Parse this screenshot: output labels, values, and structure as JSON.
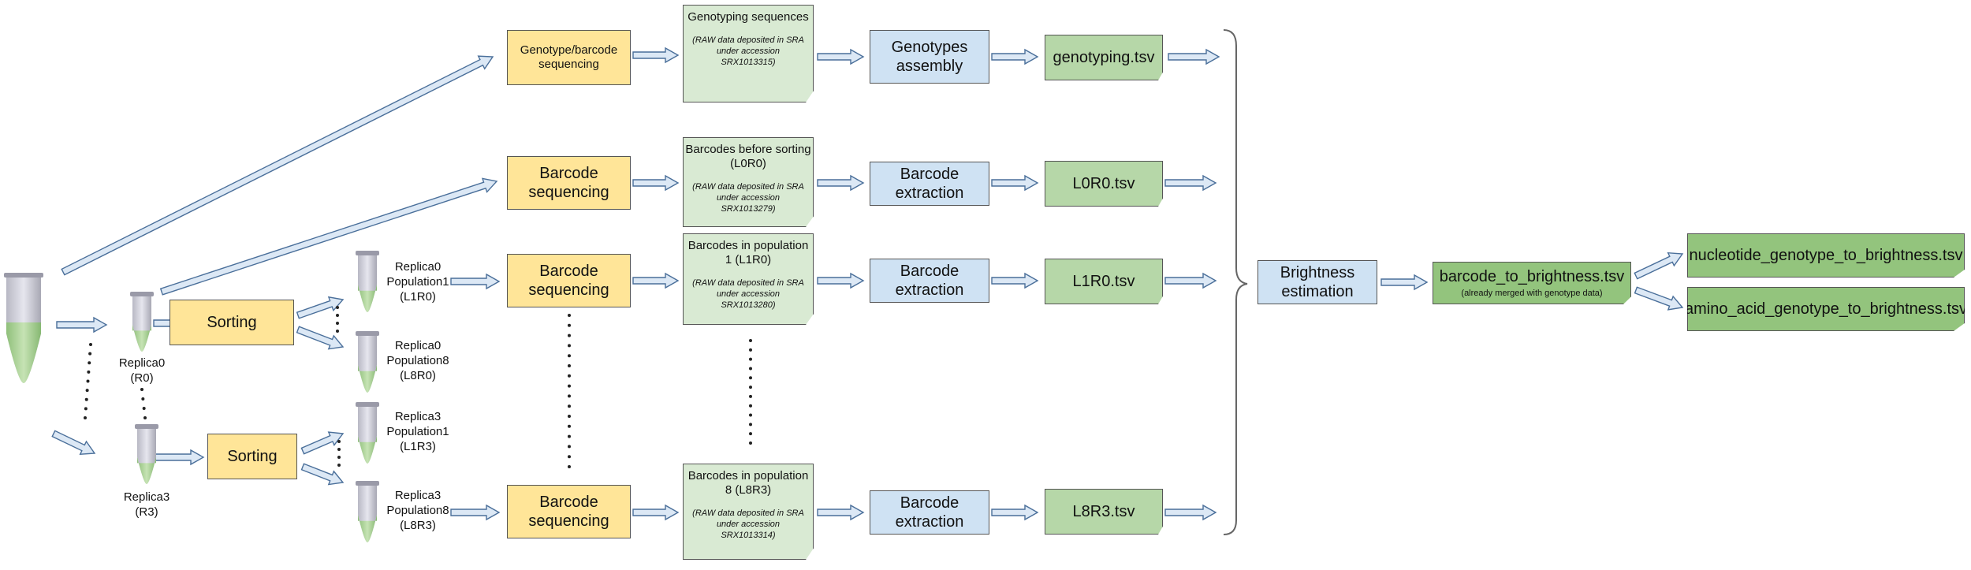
{
  "sequencing": {
    "genotype_barcode": "Genotype/barcode sequencing",
    "barcode_1": "Barcode sequencing",
    "barcode_2": "Barcode sequencing",
    "barcode_3": "Barcode sequencing"
  },
  "sorting": {
    "s1": "Sorting",
    "s2": "Sorting"
  },
  "replicas": {
    "r0": "Replica0\n(R0)",
    "r3": "Replica3\n(R3)",
    "l1r0": "Replica0\nPopulation1\n(L1R0)",
    "l8r0": "Replica0\nPopulation8\n(L8R0)",
    "l1r3": "Replica3\nPopulation1\n(L1R3)",
    "l8r3": "Replica3\nPopulation8\n(L8R3)"
  },
  "docs": {
    "d1_title": "Genotyping sequences",
    "d1_note": "(RAW data deposited in SRA under accession SRX1013315)",
    "d2_title": "Barcodes before sorting (L0R0)",
    "d2_note": "(RAW data deposited in SRA under accession SRX1013279)",
    "d3_title": "Barcodes in population 1 (L1R0)",
    "d3_note": "(RAW data deposited in SRA under accession SRX1013280)",
    "d4_title": "Barcodes in population 8 (L8R3)",
    "d4_note": "(RAW data deposited in SRA under accession SRX1013314)"
  },
  "processing": {
    "p1": "Genotypes assembly",
    "p2": "Barcode extraction",
    "p3": "Barcode extraction",
    "p4": "Barcode extraction"
  },
  "tsv": {
    "t1": "genotyping.tsv",
    "t2": "L0R0.tsv",
    "t3": "L1R0.tsv",
    "t4": "L8R3.tsv"
  },
  "brightness": "Brightness estimation",
  "merged": {
    "title": "barcode_to_brightness.tsv",
    "note": "(already merged with genotype data)"
  },
  "outputs": {
    "nucleotide": "nucleotide_genotype_to_brightness.tsv",
    "amino_acid": "amino_acid_genotype_to_brightness.tsv"
  },
  "colors": {
    "yellow": "#ffe598",
    "blue": "#cfe2f3",
    "green": "#b6d7a8",
    "dark_green": "#93c47d",
    "doc_green": "#d9ead3",
    "arrow_fill": "#dce8f5"
  }
}
